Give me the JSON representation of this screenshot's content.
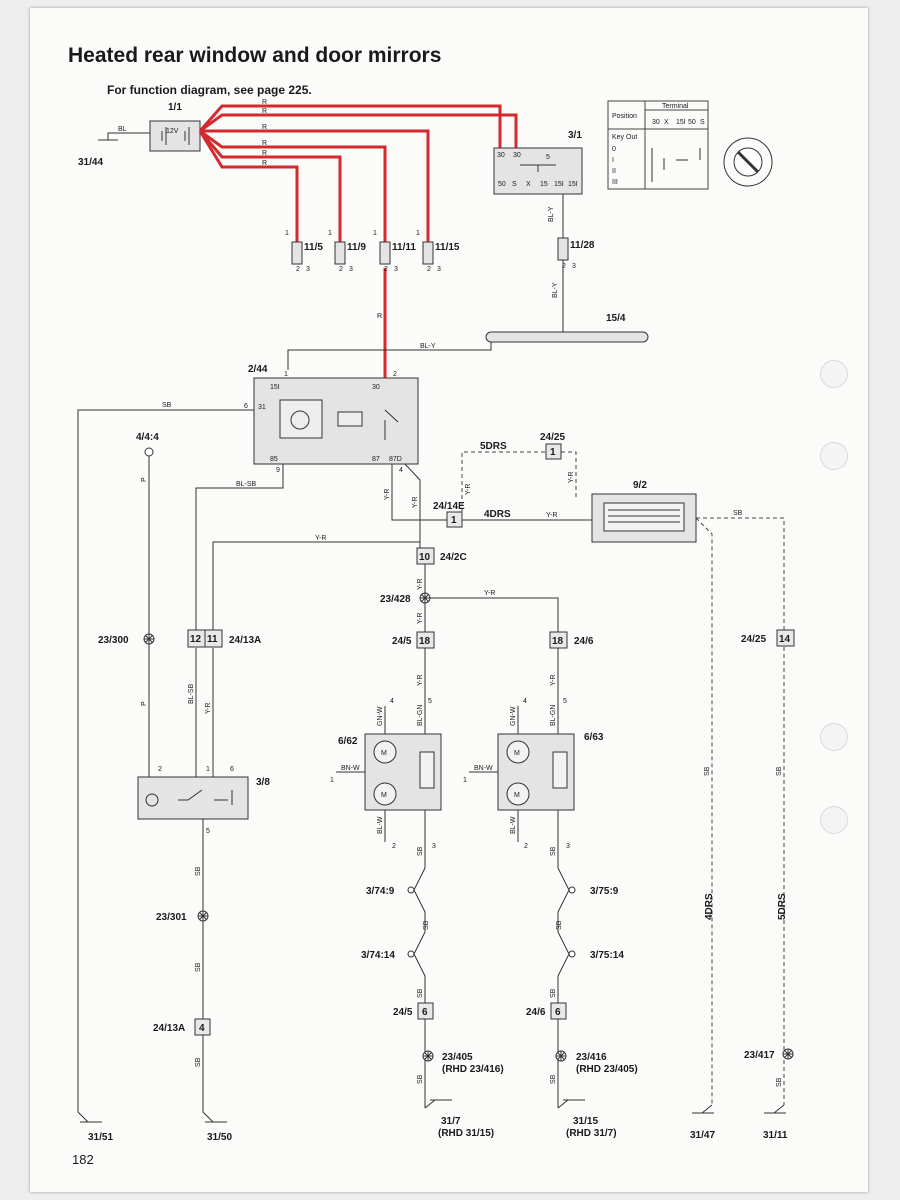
{
  "title": "Heated rear window and door mirrors",
  "note": "For function diagram, see page 225.",
  "page_number": "182",
  "components": {
    "battery": {
      "ref": "1/1",
      "text": "12V"
    },
    "ignition": {
      "ref": "3/1",
      "table_title": "Terminal",
      "row_header": "Position",
      "col_headers": [
        "30",
        "X",
        "15I",
        "50",
        "S"
      ],
      "rows": [
        "Key Out",
        "0",
        "I",
        "II",
        "III"
      ],
      "pins_top": [
        "30",
        "30"
      ],
      "pins_bottom": [
        "50",
        "S",
        "X",
        "15",
        "15I",
        "15I"
      ],
      "pin_mid": "5"
    },
    "fuse_11_5": "11/5",
    "fuse_11_9": "11/9",
    "fuse_11_11": "11/11",
    "fuse_11_15": "11/15",
    "fuse_11_28": "11/28",
    "connector_15_4": "15/4",
    "relay": {
      "ref": "2/44",
      "pins": {
        "p15i": "15I",
        "p30": "30",
        "p31": "31",
        "p85": "85",
        "p87": "87",
        "p87d": "87D",
        "n1": "1",
        "n2": "2",
        "n6": "6",
        "n9": "9",
        "n4": "4"
      }
    },
    "indicator": "4/4:4",
    "switch": {
      "ref": "3/8",
      "pins": {
        "n2": "2",
        "n1": "1",
        "n6": "6",
        "n5": "5"
      }
    },
    "rear_window": "9/2",
    "mirror_left": {
      "ref": "6/62",
      "pins": {
        "n4": "4",
        "n5": "5",
        "n1": "1",
        "n2": "2",
        "n3": "3"
      }
    },
    "mirror_right": {
      "ref": "6/63",
      "pins": {
        "n4": "4",
        "n5": "5",
        "n1": "1",
        "n2": "2",
        "n3": "3"
      }
    }
  },
  "connectors": {
    "c24_25_top": {
      "ref": "24/25",
      "pin": "1"
    },
    "c24_14e": {
      "ref": "24/14E",
      "pin": "1"
    },
    "c24_2c": {
      "ref": "24/2C",
      "pin": "10"
    },
    "c24_13a": {
      "ref": "24/13A",
      "pins": [
        "12",
        "11"
      ]
    },
    "c24_5": {
      "ref": "24/5",
      "pin": "18"
    },
    "c24_6": {
      "ref": "24/6",
      "pin": "18"
    },
    "c24_25_right": {
      "ref": "24/25",
      "pin": "14"
    },
    "c24_13a_low": {
      "ref": "24/13A",
      "pin": "4"
    },
    "c24_5_low": {
      "ref": "24/5",
      "pin": "6"
    },
    "c24_6_low": {
      "ref": "24/6",
      "pin": "6"
    }
  },
  "splices": [
    "23/428",
    "23/300",
    "23/301",
    "23/405",
    "(RHD 23/416)",
    "23/416",
    "(RHD 23/405)",
    "23/417"
  ],
  "door_connections": [
    "3/74:9",
    "3/74:14",
    "3/75:9",
    "3/75:14"
  ],
  "grounds": [
    "31/44",
    "31/51",
    "31/50",
    "31/7",
    "(RHD 31/15)",
    "31/15",
    "(RHD 31/7)",
    "31/47",
    "31/11"
  ],
  "door_labels": {
    "d5": "5DRS",
    "d4": "4DRS"
  },
  "wire_colors": [
    "R",
    "BL",
    "BL-Y",
    "SB",
    "BL-SB",
    "Y-R",
    "P",
    "GN-W",
    "BL-GN",
    "BN-W",
    "BL-W"
  ],
  "fuse_pins": {
    "top": "1",
    "b2": "2",
    "b3": "3"
  }
}
